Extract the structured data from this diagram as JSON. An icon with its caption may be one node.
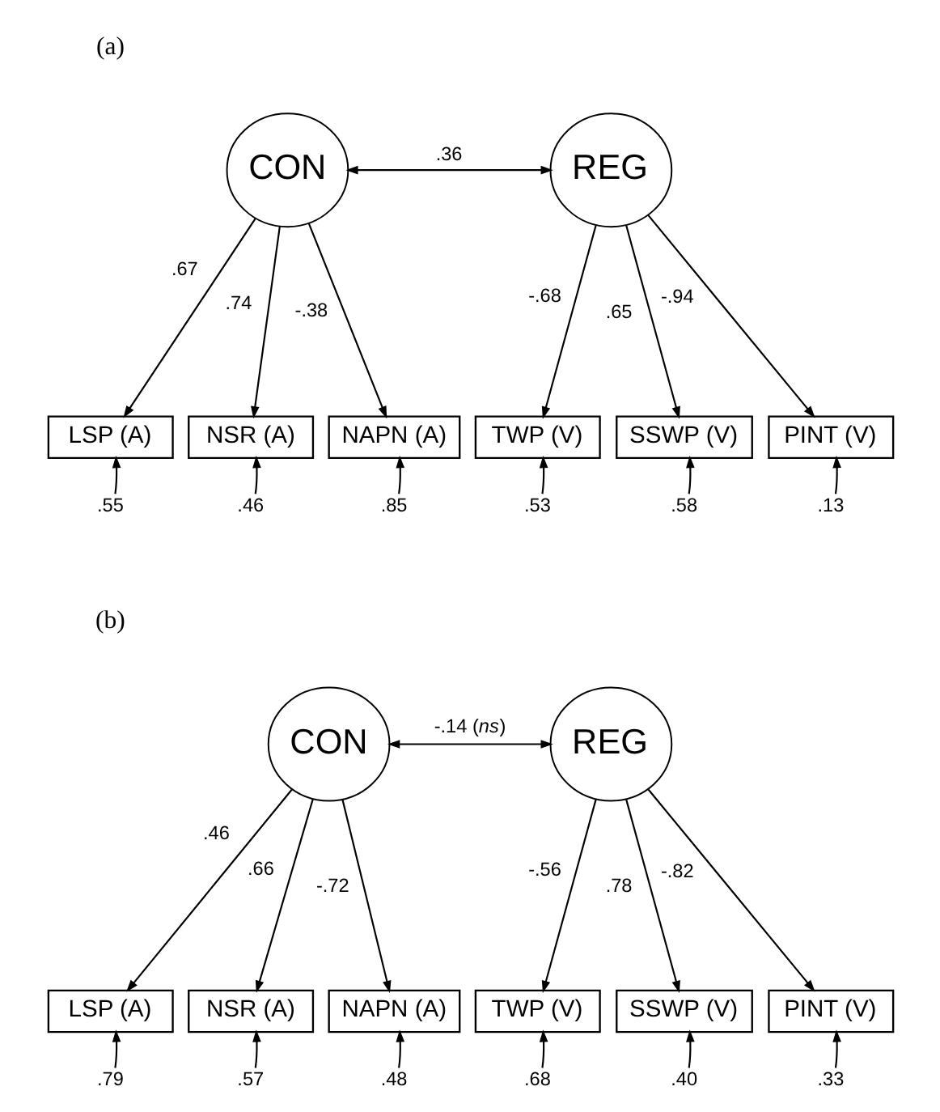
{
  "diagram": {
    "nodes": [
      {
        "text": [
          "CON"
        ]
      },
      {
        "text": [
          "REG"
        ]
      },
      {
        "text": [
          "LSP (A)"
        ]
      },
      {
        "text": [
          "NSR (A)"
        ]
      },
      {
        "text": [
          "NAPN (A)"
        ]
      },
      {
        "text": [
          "TWP (V)"
        ]
      },
      {
        "text": [
          "SSWP (V)"
        ]
      },
      {
        "text": [
          "PINT (V)"
        ]
      },
      {
        "text": [
          ".55"
        ]
      },
      {
        "text": [
          ".46"
        ]
      },
      {
        "text": [
          ".85"
        ]
      },
      {
        "text": [
          ".53"
        ]
      },
      {
        "text": [
          ".58"
        ]
      },
      {
        "text": [
          ".13"
        ]
      },
      {
        "text": [
          "CON"
        ]
      },
      {
        "text": [
          "REG"
        ]
      },
      {
        "text": [
          "LSP (A)"
        ]
      },
      {
        "text": [
          "NSR (A)"
        ]
      },
      {
        "text": [
          "NAPN (A)"
        ]
      },
      {
        "text": [
          "TWP (V)"
        ]
      },
      {
        "text": [
          "SSWP (V)"
        ]
      },
      {
        "text": [
          "PINT (V)"
        ]
      },
      {
        "text": [
          ".79"
        ]
      },
      {
        "text": [
          ".57"
        ]
      },
      {
        "text": [
          ".48"
        ]
      },
      {
        "text": [
          ".68"
        ]
      },
      {
        "text": [
          ".40"
        ]
      },
      {
        "text": [
          ".33"
        ]
      }
    ],
    "edges": [
      {
        "from": 0,
        "to": 1,
        "arrow": "both",
        "label": ".36"
      },
      {
        "from": 0,
        "to": 2,
        "arrow": "to",
        "label": ".67"
      },
      {
        "from": 0,
        "to": 3,
        "arrow": "to",
        "label": ".74"
      },
      {
        "from": 0,
        "to": 4,
        "arrow": "to",
        "label": "-.38"
      },
      {
        "from": 1,
        "to": 5,
        "arrow": "to",
        "label": "-.68"
      },
      {
        "from": 1,
        "to": 6,
        "arrow": "to",
        "label": ".65"
      },
      {
        "from": 1,
        "to": 7,
        "arrow": "to",
        "label": "-.94"
      },
      {
        "from": 8,
        "to": 2,
        "arrow": "to"
      },
      {
        "from": 9,
        "to": 3,
        "arrow": "to"
      },
      {
        "from": 10,
        "to": 4,
        "arrow": "to"
      },
      {
        "from": 11,
        "to": 5,
        "arrow": "to"
      },
      {
        "from": 12,
        "to": 6,
        "arrow": "to"
      },
      {
        "from": 13,
        "to": 7,
        "arrow": "to"
      },
      {
        "from": 14,
        "to": 15,
        "arrow": "both",
        "label": "-.14 (*ns*)"
      },
      {
        "from": 14,
        "to": 16,
        "arrow": "to",
        "label": ".46"
      },
      {
        "from": 14,
        "to": 17,
        "arrow": "to",
        "label": ".66"
      },
      {
        "from": 14,
        "to": 18,
        "arrow": "to",
        "label": "-.72"
      },
      {
        "from": 15,
        "to": 19,
        "arrow": "to",
        "label": "-.56"
      },
      {
        "from": 15,
        "to": 20,
        "arrow": "to",
        "label": ".78"
      },
      {
        "from": 15,
        "to": 21,
        "arrow": "to",
        "label": "-.82"
      },
      {
        "from": 22,
        "to": 16,
        "arrow": "to"
      },
      {
        "from": 23,
        "to": 17,
        "arrow": "to"
      },
      {
        "from": 24,
        "to": 18,
        "arrow": "to"
      },
      {
        "from": 25,
        "to": 19,
        "arrow": "to"
      },
      {
        "from": 26,
        "to": 20,
        "arrow": "to"
      },
      {
        "from": 27,
        "to": 21,
        "arrow": "to"
      }
    ],
    "labels": [
      "(a)",
      "(b)"
    ]
  }
}
